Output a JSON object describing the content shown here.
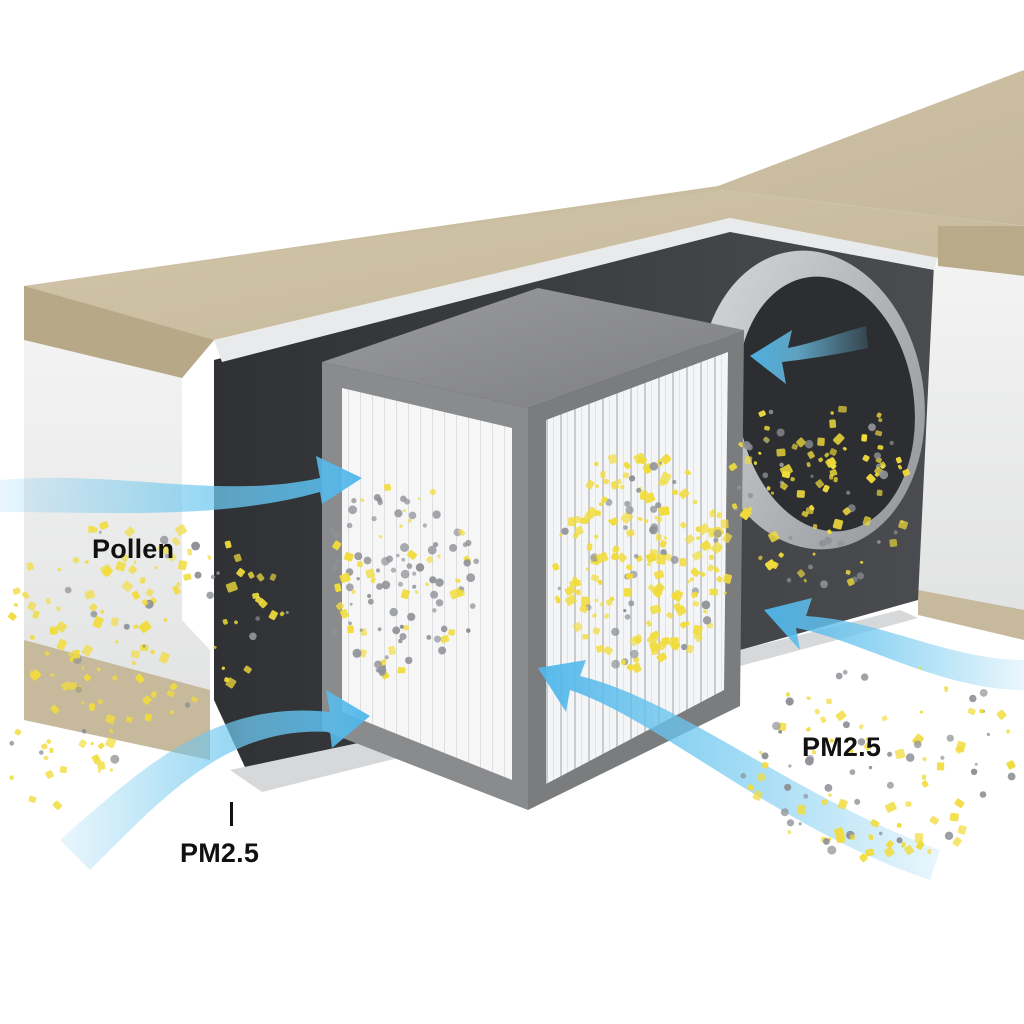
{
  "labels": {
    "pollen": "Pollen",
    "pm25_left": "PM2.5",
    "pm25_right": "PM2.5"
  },
  "colors": {
    "housing_top": "#c9bc9f",
    "housing_side": "#ebecec",
    "duct_interior": "#3b3d40",
    "filter_frame": "#8a8b8d",
    "filter_media": "#f1f2f3",
    "airflow_arrow": "#6ec7ef",
    "pollen_particle": "#f1dc3c",
    "pm25_particle": "#8e9196"
  },
  "icons": {
    "filter": "pleated-filter-cube-icon",
    "fan": "circular-fan-duct-icon",
    "airflow": "airflow-arrow-icon"
  }
}
